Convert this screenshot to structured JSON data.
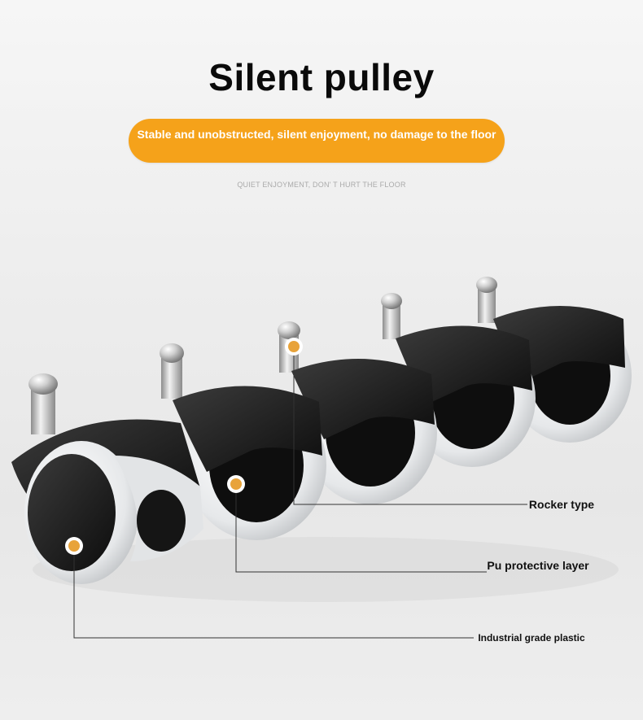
{
  "header": {
    "title": "Silent pulley",
    "banner": "Stable and unobstructed, silent enjoyment, no damage to the floor",
    "subtitle": "QUIET ENJOYMENT, DON' T HURT THE FLOOR"
  },
  "callouts": {
    "rocker": "Rocker type",
    "pu": "Pu protective layer",
    "plastic": "Industrial grade plastic"
  },
  "colors": {
    "accent": "#f5a21a",
    "marker": "#e8a33a"
  }
}
